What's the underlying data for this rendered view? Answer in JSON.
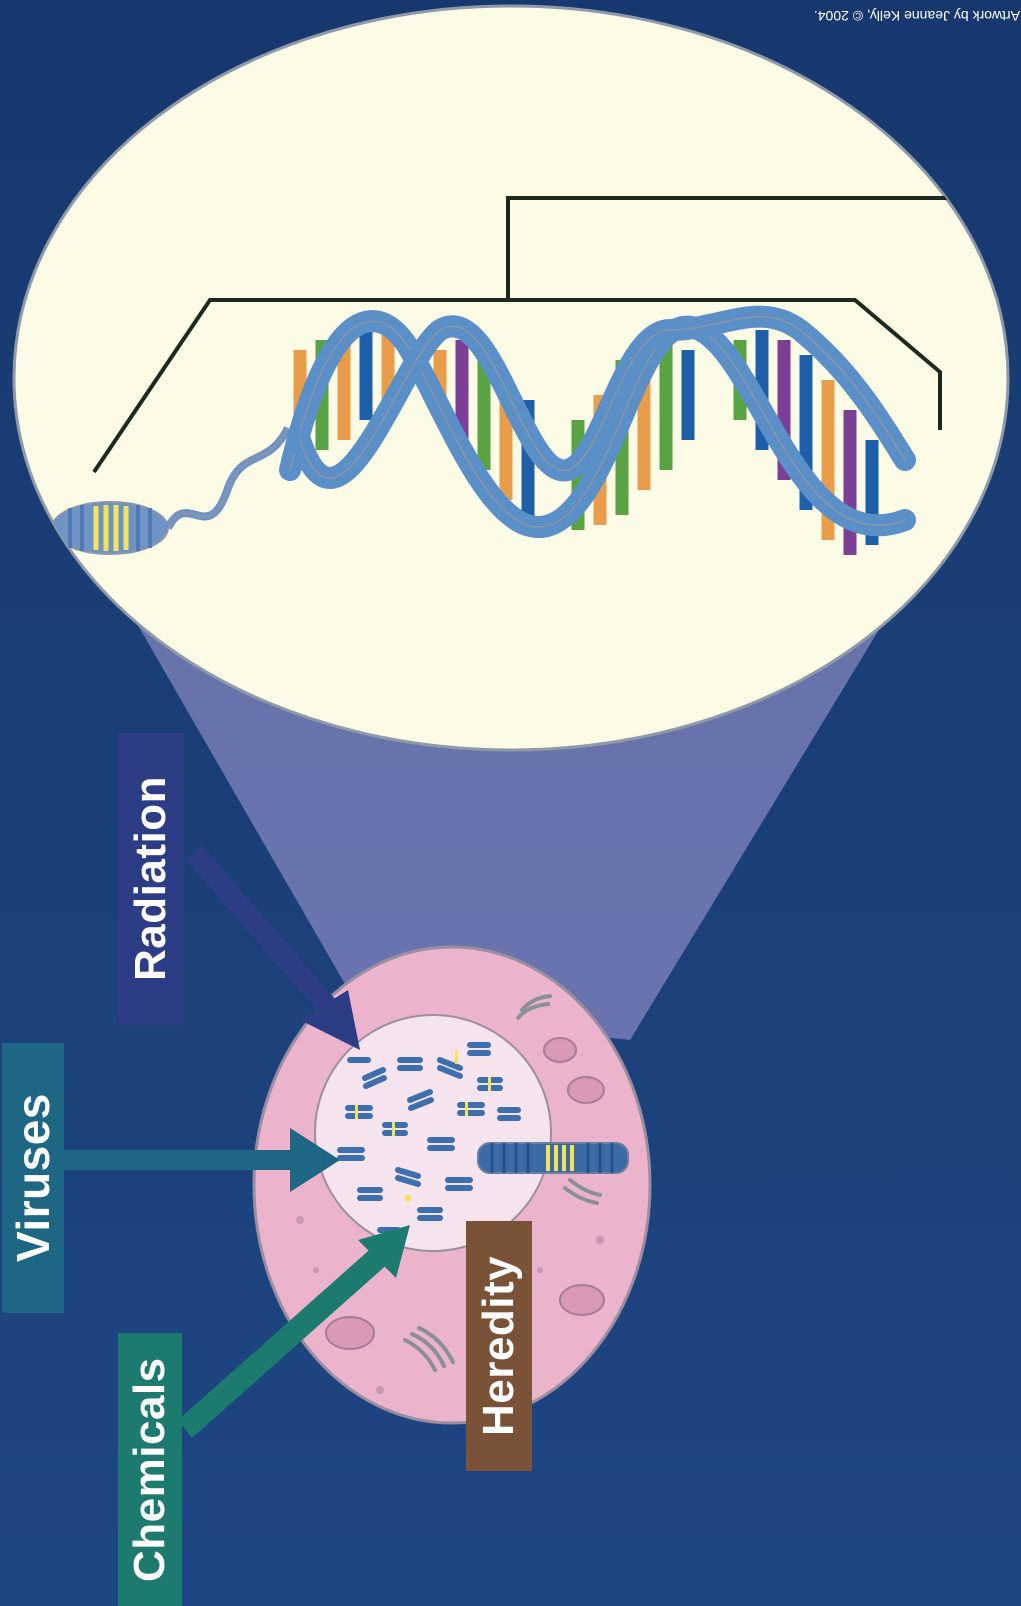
{
  "labels": {
    "viruses": "Viruses",
    "chemicals": "Chemicals",
    "radiation": "Radiation",
    "heredity": "Heredity"
  },
  "credit": "Artwork by Jeanne Kelly, © 2004.",
  "colors": {
    "background": "#1b3f7a",
    "cell": "#ecb4cc",
    "nucleus": "#f5e4ee",
    "magnifier": "#fbfbe6",
    "viruses_box": "#1d6784",
    "chemicals_box": "#1c7b6e",
    "radiation_box": "#2c3d86",
    "heredity_box": "#7a5238",
    "helix_backbone": "#5b8fc8",
    "base_orange": "#e99c4a",
    "base_green": "#5aa345",
    "base_blue": "#1f5ea8",
    "base_purple": "#7b3f96"
  }
}
